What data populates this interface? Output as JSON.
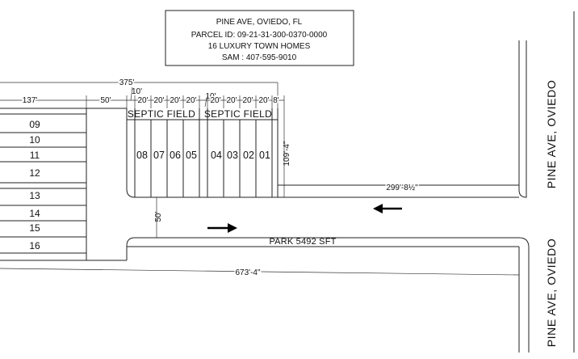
{
  "info_box": {
    "lines": [
      "PINE AVE, OVIEDO, FL",
      "PARCEL ID: 09-21-31-300-0370-0000",
      "16 LUXURY TOWN HOMES",
      "SAM : 407-595-9010"
    ]
  },
  "dimensions": {
    "overall_top": "375'",
    "left_lot_width": "137'",
    "gap_width": "50'",
    "small_offset": "10'",
    "unit_width": "20'",
    "middle_gap": "10'",
    "end_offset": "8'",
    "unit_depth": "109'-4\"",
    "frontage_right": "299'-8½\"",
    "drive_width": "50'",
    "bottom_overall": "673'-4\""
  },
  "septic_fields": [
    "SEPTIC FIELD",
    "SEPTIC FIELD"
  ],
  "west_lots": [
    "09",
    "10",
    "11",
    "12",
    "13",
    "14",
    "15",
    "16"
  ],
  "east_units": [
    "08",
    "07",
    "06",
    "05",
    "04",
    "03",
    "02",
    "01"
  ],
  "park_label": "PARK  5492 SFT",
  "roads": [
    "PINE AVE, OVIEDO",
    "PINE AVE, OVIEDO"
  ]
}
